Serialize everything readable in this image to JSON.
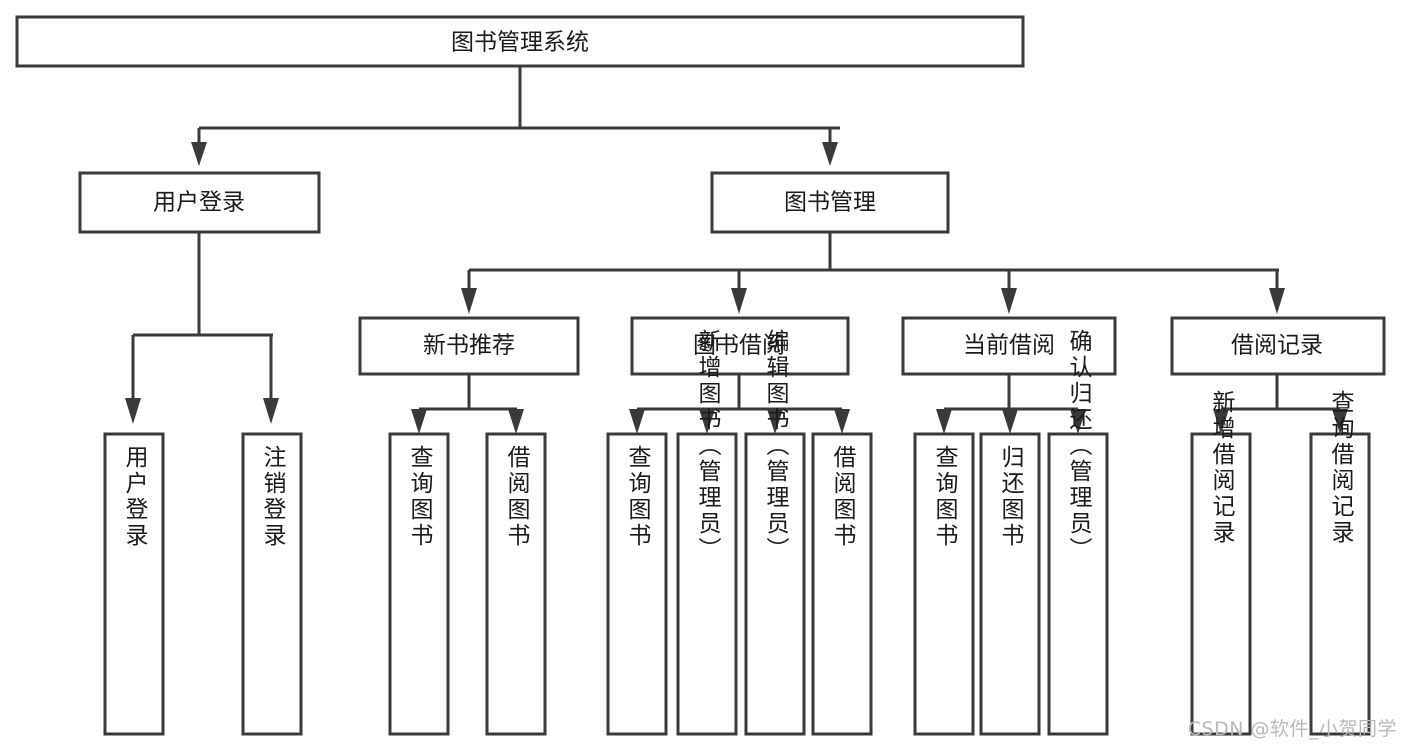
{
  "diagram": {
    "kind": "tree-hierarchy-diagram",
    "title": "图书管理系统",
    "arrow_color": "#3a3a3a",
    "box_fill": "#ffffff",
    "text_color": "#1b1b1b",
    "watermark": "CSDN @软件_小贺同学",
    "levels": {
      "root": {
        "label": "图书管理系统"
      },
      "level2": [
        {
          "label": "用户登录"
        },
        {
          "label": "图书管理"
        }
      ],
      "level3": [
        {
          "label": "新书推荐"
        },
        {
          "label": "图书借阅"
        },
        {
          "label": "当前借阅"
        },
        {
          "label": "借阅记录"
        }
      ]
    },
    "nodes": {
      "root": "图书管理系统",
      "user_login": "用户登录",
      "book_manage": "图书管理",
      "new_book_rec": "新书推荐",
      "book_borrow": "图书借阅",
      "current_borrow": "当前借阅",
      "borrow_record": "借阅记录",
      "leaf_user_login": "用户登录",
      "leaf_user_logout": "注销登录",
      "leaf_rec_query_book": "查询图书",
      "leaf_rec_borrow_book": "借阅图书",
      "leaf_borrow_query_book": "查询图书",
      "leaf_borrow_add_book": "新增图书（管理员）",
      "leaf_borrow_edit_book": "编辑图书（管理员）",
      "leaf_borrow_borrow_book": "借阅图书",
      "leaf_cur_query_book": "查询图书",
      "leaf_cur_return_book": "归还图书",
      "leaf_cur_confirm_return": "确认归还（管理员）",
      "leaf_rec_add_record": "新增借阅记录",
      "leaf_rec_query_record": "查询借阅记录"
    },
    "edges": [
      {
        "from": "root",
        "to": "user_login"
      },
      {
        "from": "root",
        "to": "book_manage"
      },
      {
        "from": "user_login",
        "to": "leaf_user_login"
      },
      {
        "from": "user_login",
        "to": "leaf_user_logout"
      },
      {
        "from": "book_manage",
        "to": "new_book_rec"
      },
      {
        "from": "book_manage",
        "to": "book_borrow"
      },
      {
        "from": "book_manage",
        "to": "current_borrow"
      },
      {
        "from": "book_manage",
        "to": "borrow_record"
      },
      {
        "from": "new_book_rec",
        "to": "leaf_rec_query_book"
      },
      {
        "from": "new_book_rec",
        "to": "leaf_rec_borrow_book"
      },
      {
        "from": "book_borrow",
        "to": "leaf_borrow_query_book"
      },
      {
        "from": "book_borrow",
        "to": "leaf_borrow_add_book"
      },
      {
        "from": "book_borrow",
        "to": "leaf_borrow_edit_book"
      },
      {
        "from": "book_borrow",
        "to": "leaf_borrow_borrow_book"
      },
      {
        "from": "current_borrow",
        "to": "leaf_cur_query_book"
      },
      {
        "from": "current_borrow",
        "to": "leaf_cur_return_book"
      },
      {
        "from": "current_borrow",
        "to": "leaf_cur_confirm_return"
      },
      {
        "from": "borrow_record",
        "to": "leaf_rec_add_record"
      },
      {
        "from": "borrow_record",
        "to": "leaf_rec_query_record"
      }
    ]
  }
}
